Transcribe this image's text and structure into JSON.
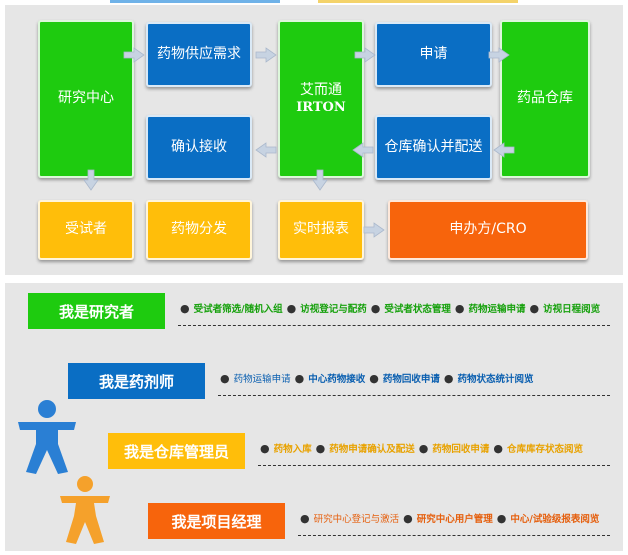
{
  "colors": {
    "green": "#1ecb0f",
    "blue": "#0a6ec4",
    "yellow": "#ffbe0a",
    "orange": "#f7640c",
    "role_green_text": "#17a10d",
    "role_blue_text": "#0a5fb0",
    "role_yellow_text": "#e8a200",
    "role_orange_text": "#e5600f"
  },
  "flow": {
    "research_center": "研究中心",
    "drug_supply_demand": "药物供应需求",
    "confirm_receipt": "确认接收",
    "irton_cn": "艾而通",
    "irton_en": "IRTON",
    "apply": "申请",
    "warehouse_confirm": "仓库确认并配送",
    "drug_warehouse": "药品仓库",
    "subject": "受试者",
    "drug_dispense": "药物分发",
    "realtime_report": "实时报表",
    "sponsor_cro": "申办方/CRO"
  },
  "roles": [
    {
      "label": "我是研究者",
      "items": [
        "受试者筛选/随机入组",
        "访视登记与配药",
        "受试者状态管理",
        "药物运输申请",
        "访视日程阅览"
      ]
    },
    {
      "label": "我是药剂师",
      "items": [
        "药物运输申请",
        "中心药物接收",
        "药物回收申请",
        "药物状态统计阅览"
      ]
    },
    {
      "label": "我是仓库管理员",
      "items": [
        "药物入库",
        "药物申请确认及配送",
        "药物回收申请",
        "仓库库存状态阅览"
      ]
    },
    {
      "label": "我是项目经理",
      "items": [
        "研究中心登记与激活",
        "研究中心用户管理",
        "中心/试验级报表阅览"
      ]
    }
  ]
}
